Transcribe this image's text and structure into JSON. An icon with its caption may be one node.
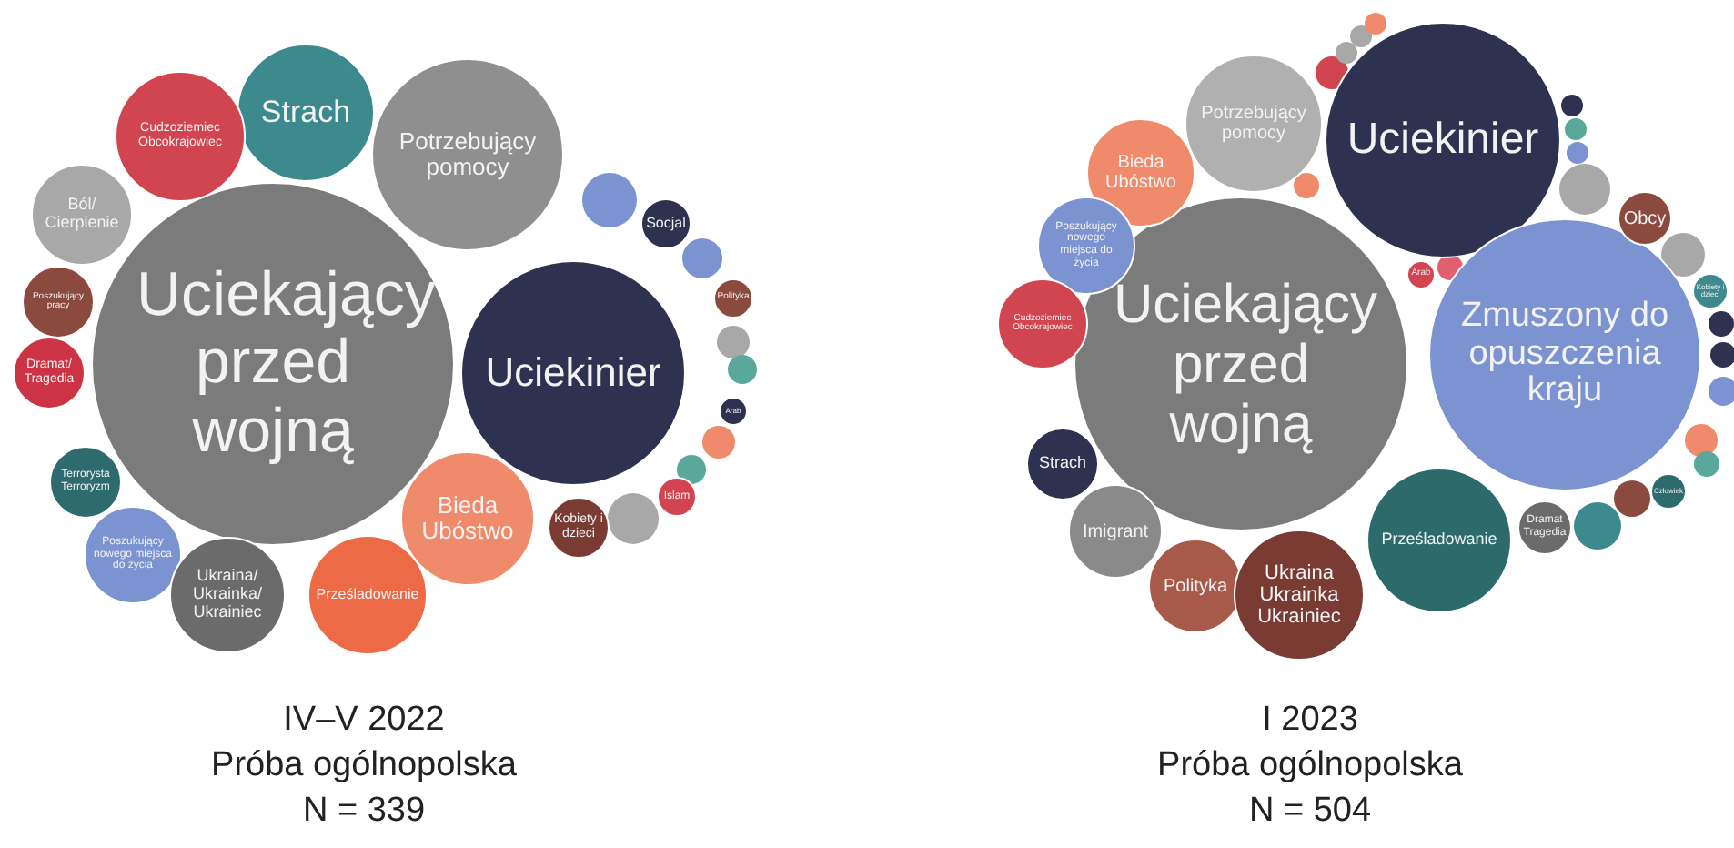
{
  "diagram": {
    "nodes": [
      {
        "text": [
          "Uciekający przed wojną"
        ]
      },
      {
        "text": [
          "Strach"
        ]
      },
      {
        "text": [
          "Cudzoziemiec Obcokrajowiec"
        ]
      },
      {
        "text": [
          "Potrzebujący pomocy"
        ]
      },
      {
        "text": [
          "Ból/ Cierpienie"
        ]
      },
      {
        "text": [
          "Poszukujący pracy"
        ]
      },
      {
        "text": [
          "Dramat/ Tragedia"
        ]
      },
      {
        "text": [
          "Terrorysta Terroryzm"
        ]
      },
      {
        "text": [
          "Poszukujący nowego miejsca do życia"
        ]
      },
      {
        "text": [
          "Ukraina/ Ukrainka/ Ukrainiec"
        ]
      },
      {
        "text": [
          "Prześladowanie"
        ]
      },
      {
        "text": [
          "Bieda Ubóstwo"
        ]
      },
      {
        "text": [
          "Uciekinier"
        ]
      },
      {
        "text": [
          "Socjal"
        ]
      },
      {
        "text": [
          "Polityka"
        ]
      },
      {
        "text": [
          "Kobiety i dzieci"
        ]
      },
      {
        "text": [
          "Islam"
        ]
      },
      {
        "text": [
          "Arab"
        ]
      },
      {
        "text": [
          "Uciekający przed wojną"
        ]
      },
      {
        "text": [
          "Uciekinier"
        ]
      },
      {
        "text": [
          "Zmuszony do opuszczenia kraju"
        ]
      },
      {
        "text": [
          "Potrzebujący pomocy"
        ]
      },
      {
        "text": [
          "Bieda Ubóstwo"
        ]
      },
      {
        "text": [
          "Poszukujący nowego miejsca do życia"
        ]
      },
      {
        "text": [
          "Cudzoziemiec Obcokrajowiec"
        ]
      },
      {
        "text": [
          "Strach"
        ]
      },
      {
        "text": [
          "Imigrant"
        ]
      },
      {
        "text": [
          "Polityka"
        ]
      },
      {
        "text": [
          "Ukraina Ukrainka Ukrainiec"
        ]
      },
      {
        "text": [
          "Prześladowanie"
        ]
      },
      {
        "text": [
          "Dramat Tragedia"
        ]
      },
      {
        "text": [
          "Obcy"
        ]
      },
      {
        "text": [
          "Arab"
        ]
      },
      {
        "text": [
          "Człowiek"
        ]
      },
      {
        "text": [
          "Kobiety i dzieci"
        ]
      }
    ],
    "labels": [
      "IV–V 2022",
      "Próba ogólnopolska",
      "N = 339",
      "I 2023",
      "Próba ogólnopolska",
      "N = 504"
    ]
  }
}
